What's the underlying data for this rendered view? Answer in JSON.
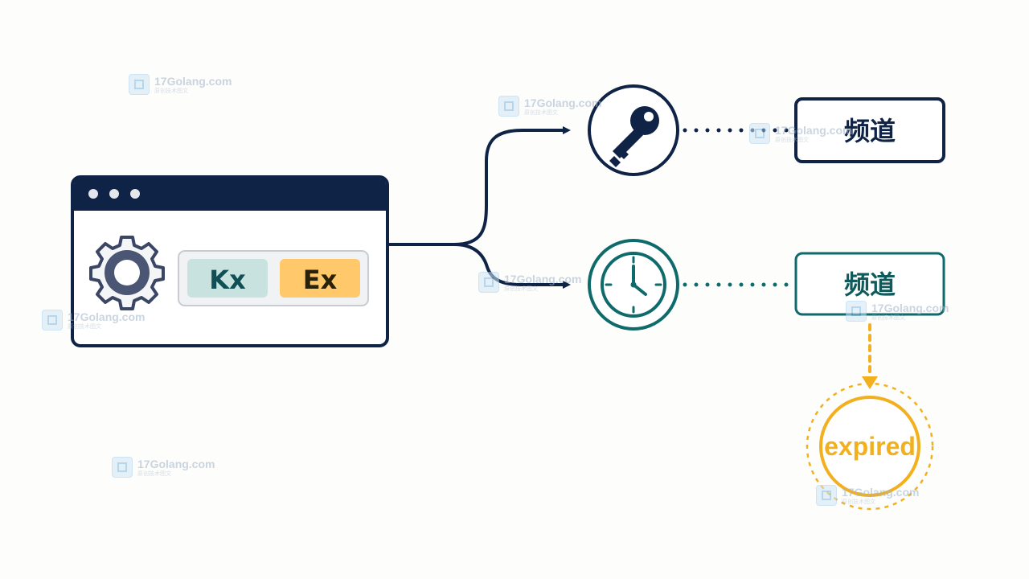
{
  "browser_window": {
    "chips": {
      "kx": "Kx",
      "ex": "Ex"
    }
  },
  "channels": {
    "top": "频道",
    "bottom": "频道"
  },
  "expired": "expired",
  "watermark": {
    "title": "17Golang.com",
    "subtitle": "原创技术图文"
  },
  "colors": {
    "navy": "#0f2346",
    "teal": "#0f6b6b",
    "amber": "#f2b01e",
    "kx_chip": "#c8e3df",
    "ex_chip": "#ffc86b"
  }
}
